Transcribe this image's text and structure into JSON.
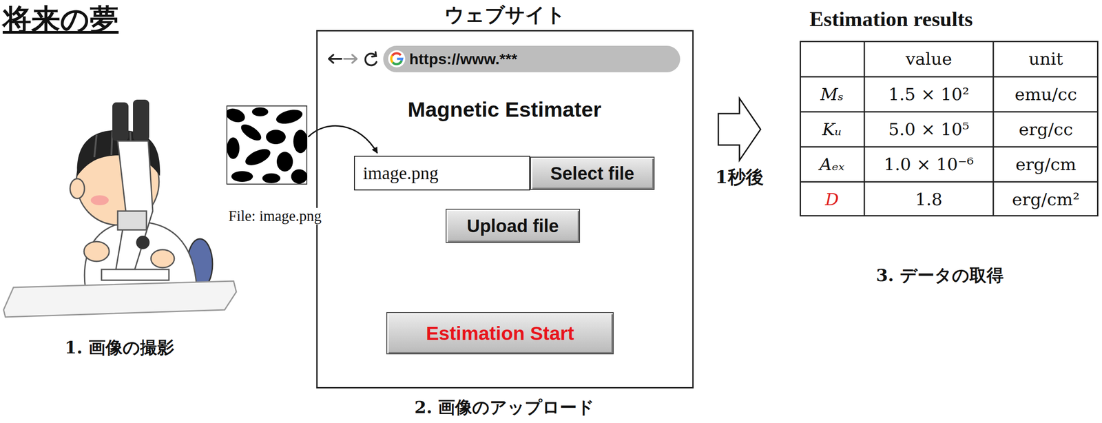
{
  "diagram": {
    "title": "将来の夢",
    "nodes": [
      {
        "text": [
          "File: image.png"
        ]
      },
      {
        "text": [
          "ウェブサイト"
        ]
      },
      {
        "text": [
          "https://www.***"
        ],
        "in": 1
      },
      {
        "text": [
          "image.png"
        ],
        "in": 1
      },
      {
        "text": [
          "Select file"
        ],
        "in": 1
      },
      {
        "text": [
          "Upload file"
        ],
        "in": 1
      },
      {
        "text": [
          "Estimation Start"
        ],
        "in": 1
      },
      {
        "text": [
          "Estimation results"
        ]
      }
    ],
    "edges": [
      {
        "from": 0,
        "to": 3,
        "arrow": "to"
      },
      {
        "from": 1,
        "to": 7,
        "label": "1秒後",
        "arrow": "to"
      }
    ],
    "labels": [
      "1. 画像の撮影",
      "Magnetic Estimater",
      "2. 画像のアップロード",
      "3. データの取得",
      "value",
      "unit",
      "Mₛ",
      "1.5 × 10²",
      "emu/cc",
      "Kᵤ",
      "5.0 × 10⁵",
      "erg/cc",
      "Aₑₓ",
      "1.0 × 10⁻⁶",
      "erg/cm",
      "D",
      "1.8",
      "erg/cm²"
    ]
  }
}
